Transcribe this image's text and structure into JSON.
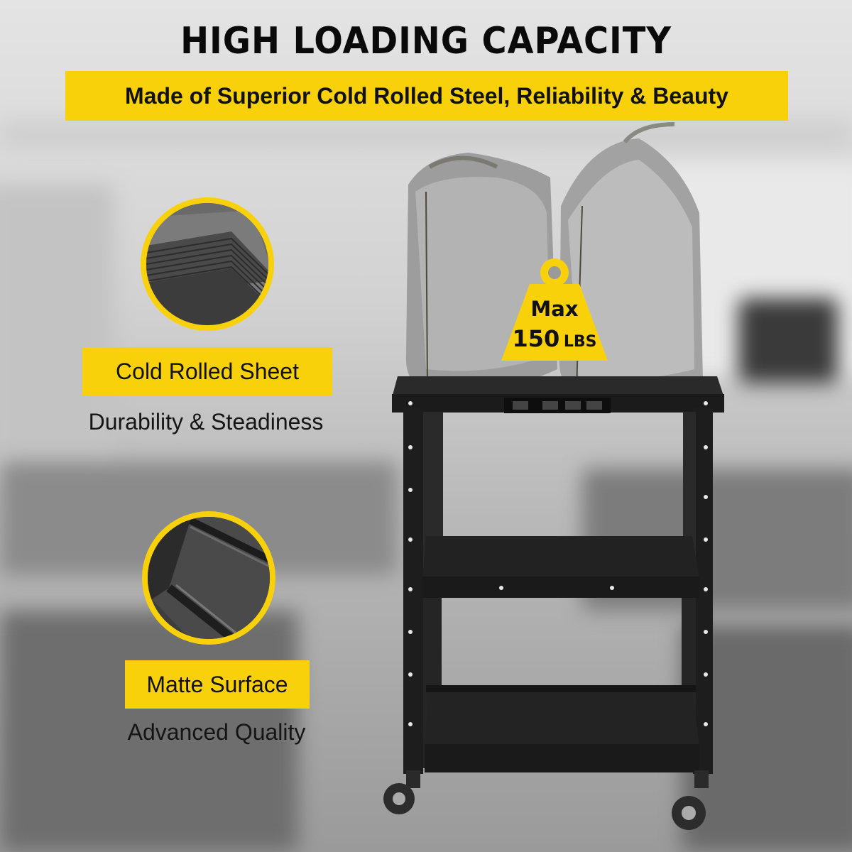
{
  "header": {
    "title": "HIGH LOADING CAPACITY",
    "subtitle": "Made of Superior Cold Rolled Steel, Reliability & Beauty"
  },
  "features": [
    {
      "label": "Cold Rolled Sheet",
      "caption": "Durability & Steadiness",
      "icon": "stacked-steel-sheets-icon"
    },
    {
      "label": "Matte Surface",
      "caption": "Advanced Quality",
      "icon": "matte-shelf-surface-icon"
    }
  ],
  "weight_badge": {
    "line1": "Max",
    "line2": "150",
    "unit": "LBS"
  },
  "colors": {
    "accent": "#f9d10b",
    "text": "#111111",
    "cart": "#1b1b1c"
  }
}
